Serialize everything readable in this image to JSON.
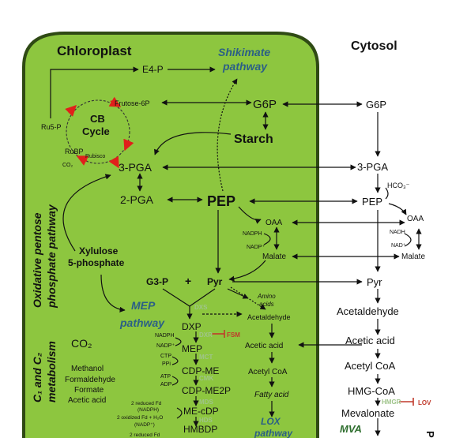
{
  "compartments": {
    "chloroplast": "Chloroplast",
    "cytosol": "Cytosol"
  },
  "pathways": {
    "shikimate": [
      "Shikimate",
      "pathway"
    ],
    "cb_cycle": [
      "CB",
      "Cycle"
    ],
    "oxidative_pentose": [
      "Oxidative pentose",
      "phosphate pathway"
    ],
    "mep": [
      "MEP",
      "pathway"
    ],
    "c1c2": [
      "C₁ and C₂",
      "metabolism"
    ],
    "lox": [
      "LOX",
      "pathway"
    ],
    "mva": "MVA",
    "amino_acids": [
      "Amino",
      "acids"
    ],
    "fatty_acid": "Fatty acid"
  },
  "chloroplast_metabolites": {
    "e4p": "E4-P",
    "frutose6p": "Frutose-6P",
    "ru5p": "Ru5-P",
    "rubp": "RuBP",
    "rubisco": "Rubisco",
    "co2_small": "CO₂",
    "g6p": "G6P",
    "starch": "Starch",
    "pga3": "3-PGA",
    "pga2": "2-PGA",
    "pep": "PEP",
    "xylulose": [
      "Xylulose",
      "5-phosphate"
    ],
    "oaa": "OAA",
    "nadph": "NADPH",
    "nadp": "NADP⁺",
    "malate": "Malate",
    "g3p": "G3-P",
    "plus": "+",
    "pyr": "Pyr",
    "acetaldehyde": "Acetaldehyde",
    "acetic_acid": "Acetic acid",
    "acetyl_coa": "Acetyl CoA",
    "co2": "CO₂",
    "c1_list": [
      "Methanol",
      "Formaldehyde",
      "Formate",
      "Acetic acid"
    ]
  },
  "mep_steps": {
    "dxs": "DXS",
    "dxp": "DXP",
    "dxr": "DXR",
    "fsm": "FSM",
    "mep": "MEP",
    "mct": "MCT",
    "cdp_me": "CDP-ME",
    "cmk": "CMK",
    "cdp_me2p": "CDP-ME2P",
    "mds": "MDS",
    "me_cdp": "ME-cDP",
    "hds": "HDS",
    "hmbdp": "HMBDP",
    "nadph": "NADPH",
    "nadp": "NADP⁺",
    "ctp": "CTP",
    "ppi": "PPi",
    "atp": "ATP",
    "adp": "ADP",
    "fd1": [
      "2 reduced Fd",
      "(NADPH)"
    ],
    "fd2": [
      "2 oxidized Fd + H₂O",
      "(NADP⁺)"
    ],
    "fd3": "2 reduced Fd"
  },
  "cytosol_metabolites": {
    "g6p": "G6P",
    "pga3": "3-PGA",
    "hco3": "HCO₃⁻",
    "pep": "PEP",
    "oaa": "OAA",
    "nadh": "NADH",
    "nad": "NAD⁺",
    "malate": "Malate",
    "pyr": "Pyr",
    "acetaldehyde": "Acetaldehyde",
    "acetic_acid": "Acetic acid",
    "acetyl_coa": "Acetyl CoA",
    "hmg_coa": "HMG-CoA",
    "hmgr": "HMGR",
    "lov": "LOV",
    "mevalonate": "Mevalonate",
    "edge_letter": "P"
  },
  "colors": {
    "chloroplast_fill": "#8dc63f",
    "chloroplast_border": "#2f4a14",
    "pathway_blue": "#2b5f86",
    "cb_arrows": "#e0201b",
    "inhibitor": "#c0392b",
    "enzyme": "#9fc48a"
  }
}
